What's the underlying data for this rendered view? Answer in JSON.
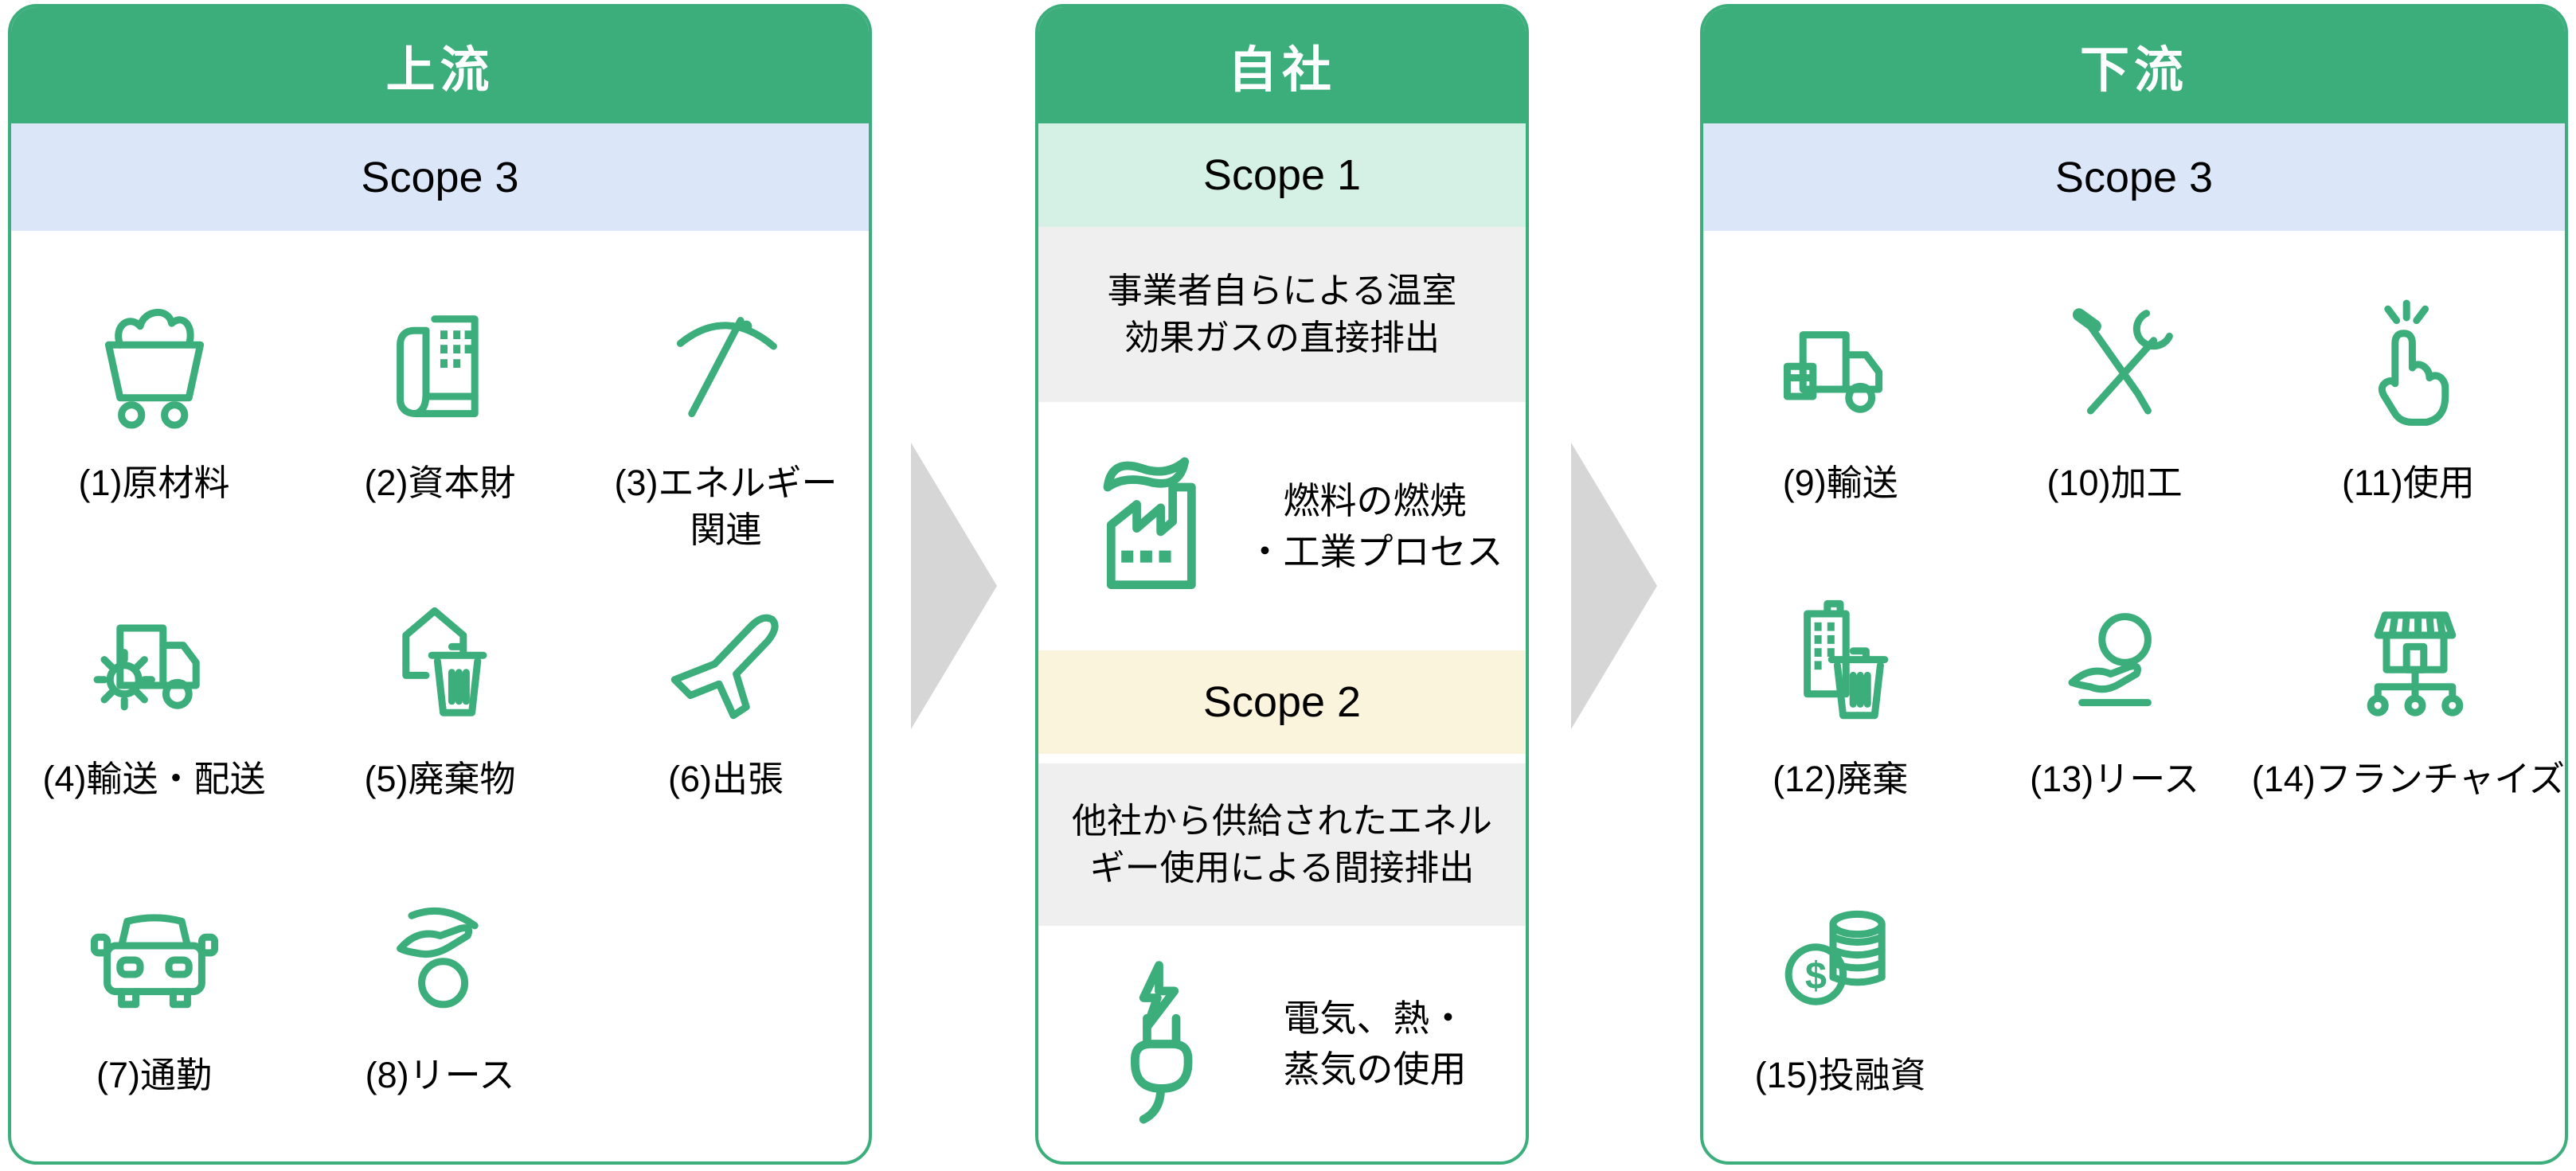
{
  "colors": {
    "green": "#3BAE7C",
    "scope3_band_blue": "#DBE7F9",
    "scope1_band_green": "#D5F0E4",
    "scope2_band_yellow": "#FBF4DC",
    "description_band_gray": "#EFEFEF",
    "arrow_gray": "#D6D6D6"
  },
  "arrows": {
    "icon": "right-arrow"
  },
  "upstream": {
    "title": "上流",
    "scope_label": "Scope 3",
    "items": [
      {
        "label": "(1)原材料",
        "icon": "mining-cart"
      },
      {
        "label": "(2)資本財",
        "icon": "capital-goods-building"
      },
      {
        "label": "(3)エネルギー\n関連",
        "icon": "pickaxe"
      },
      {
        "label": "(4)輸送・配送",
        "icon": "truck-gear"
      },
      {
        "label": "(5)廃棄物",
        "icon": "house-trash"
      },
      {
        "label": "(6)出張",
        "icon": "airplane"
      },
      {
        "label": "(7)通勤",
        "icon": "car"
      },
      {
        "label": "(8)リース",
        "icon": "hand-coin"
      }
    ]
  },
  "company": {
    "title": "自社",
    "scope1": {
      "label": "Scope 1",
      "description": "事業者自らによる温室\n効果ガスの直接排出",
      "caption": "燃料の燃焼\n・工業プロセス",
      "icon": "factory"
    },
    "scope2": {
      "label": "Scope 2",
      "description": "他社から供給されたエネル\nギー使用による間接排出",
      "caption": "電気、熱・\n蒸気の使用",
      "icon": "plug-lightning"
    }
  },
  "downstream": {
    "title": "下流",
    "scope_label": "Scope 3",
    "items": [
      {
        "label": "(9)輸送",
        "icon": "truck-box"
      },
      {
        "label": "(10)加工",
        "icon": "tools"
      },
      {
        "label": "(11)使用",
        "icon": "click-hand"
      },
      {
        "label": "(12)廃棄",
        "icon": "building-trash"
      },
      {
        "label": "(13)リース",
        "icon": "hand-person"
      },
      {
        "label": "(14)フランチャイズ",
        "icon": "store-network"
      },
      {
        "label": "(15)投融資",
        "icon": "coins"
      }
    ]
  }
}
